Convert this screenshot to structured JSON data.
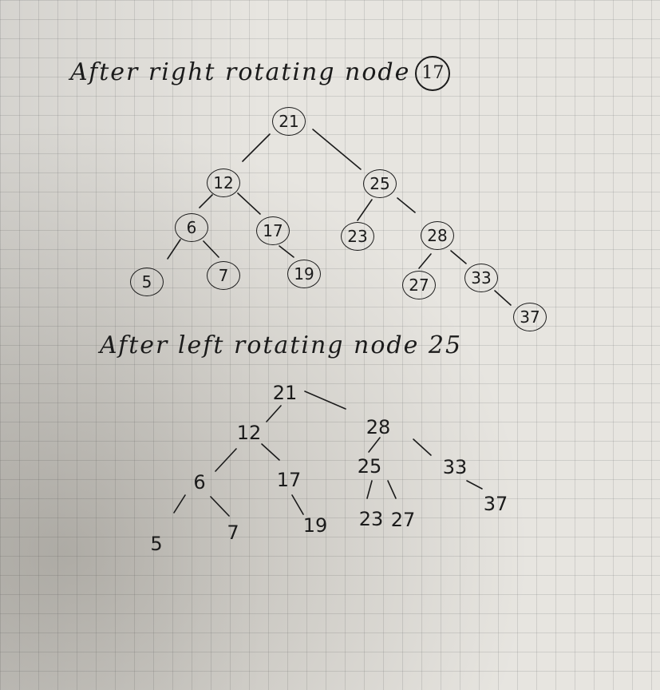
{
  "title1": {
    "text": "After right rotating node",
    "node": "17"
  },
  "title2": {
    "text": "After left rotating node 25"
  },
  "tree1": {
    "nodes": [
      "21",
      "12",
      "25",
      "6",
      "17",
      "23",
      "28",
      "5",
      "7",
      "19",
      "27",
      "33",
      "37"
    ]
  },
  "tree2": {
    "nodes": [
      "21",
      "12",
      "28",
      "6",
      "17",
      "25",
      "33",
      "5",
      "7",
      "19",
      "23",
      "27",
      "37"
    ]
  }
}
